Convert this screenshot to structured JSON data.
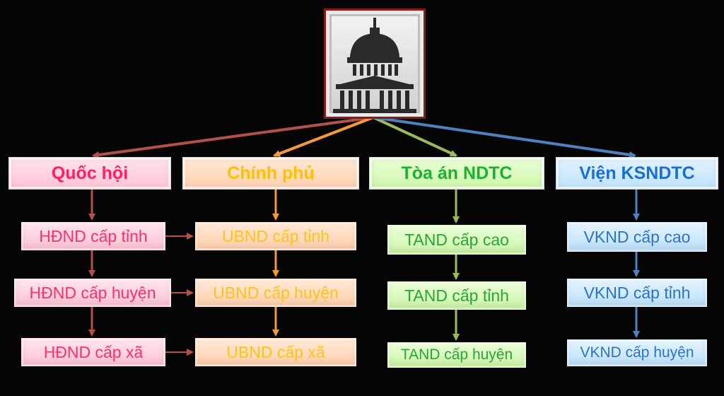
{
  "diagram": {
    "root": {
      "icon": "capitol-building-icon"
    },
    "columns": [
      {
        "head": "Quốc hội",
        "items": [
          "HĐND cấp tỉnh",
          "HĐND cấp huyện",
          "HĐND cấp xã"
        ],
        "color": "#b3504a"
      },
      {
        "head": "Chính phủ",
        "items": [
          "UBND cấp tỉnh",
          "UBND cấp huyện",
          "UBND cấp xã"
        ],
        "color": "#f39a3b"
      },
      {
        "head": "Tòa án NDTC",
        "items": [
          "TAND cấp cao",
          "TAND cấp tỉnh",
          "TAND cấp huyện"
        ],
        "color": "#9bbb59"
      },
      {
        "head": "Viện KSNDTC",
        "items": [
          "VKND cấp cao",
          "VKND cấp tỉnh",
          "VKND cấp huyện"
        ],
        "color": "#4f81bd"
      }
    ]
  }
}
